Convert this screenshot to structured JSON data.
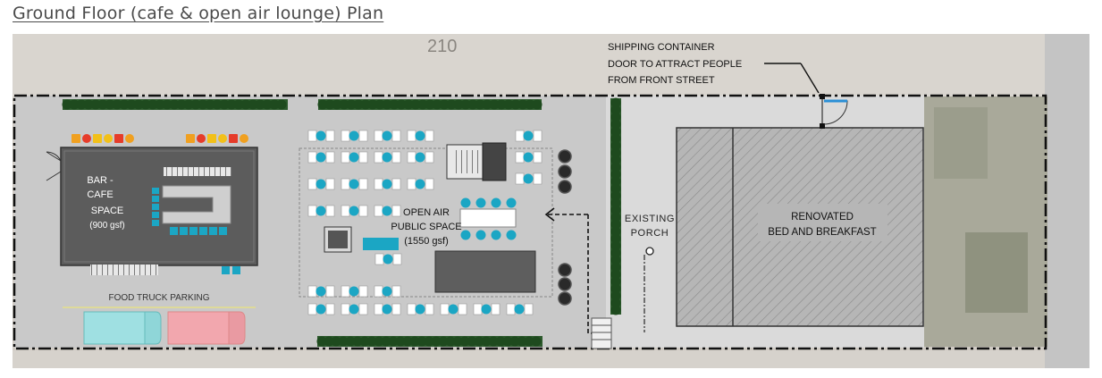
{
  "title": "Ground Floor (cafe & open air lounge) Plan",
  "labels": {
    "bar_cafe_line1": "BAR -",
    "bar_cafe_line2": "CAFE",
    "bar_cafe_line3": "SPACE",
    "bar_cafe_area": "(900 gsf)",
    "food_truck": "FOOD TRUCK PARKING",
    "open_air_line1": "OPEN AIR",
    "open_air_line2": "PUBLIC SPACE",
    "open_air_area": "(1550 gsf)",
    "existing_line1": "EXISTING",
    "existing_line2": "PORCH",
    "renovated_line1": "RENOVATED",
    "renovated_line2": "BED AND BREAKFAST",
    "container_line1": "SHIPPING CONTAINER",
    "container_line2": "DOOR TO ATTRACT PEOPLE",
    "container_line3": "FROM FRONT STREET",
    "street_number": "210"
  },
  "colors": {
    "site_gray": "#c8c8c8",
    "building_dark": "#5a5a5a",
    "seat_cyan": "#1ba6c4",
    "hedge_green": "#1e4a1e",
    "truck_cyan": "#9fe0e2",
    "truck_pink": "#f2a7ae",
    "bnb_gray": "#b4b4b4",
    "door_blue": "#2a8fd6"
  }
}
